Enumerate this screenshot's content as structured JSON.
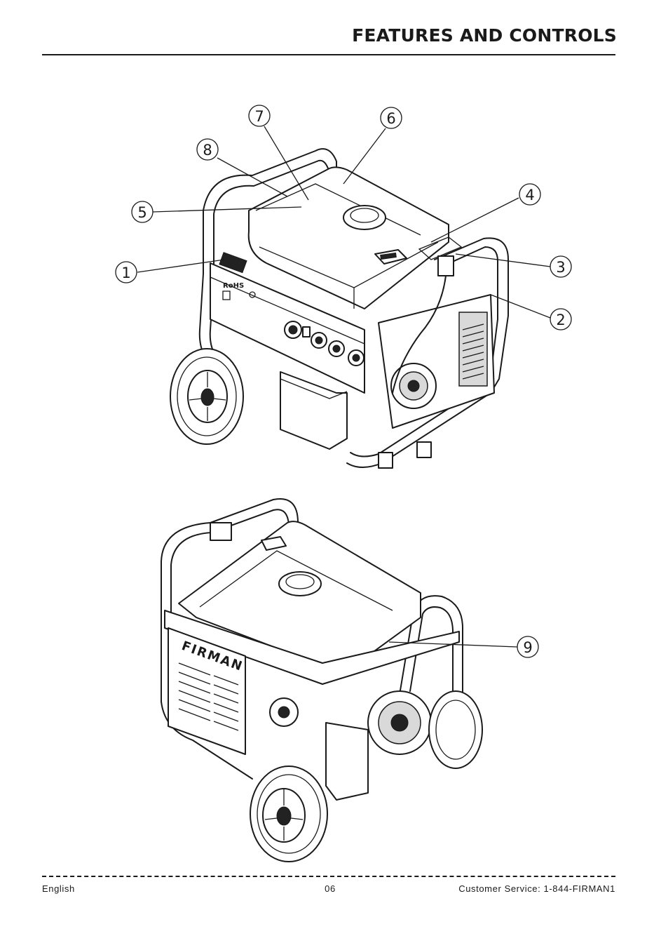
{
  "header": {
    "title": "FEATURES AND CONTROLS"
  },
  "footer": {
    "language": "English",
    "page_number": "06",
    "customer_service": "Customer Service: 1-844-FIRMAN1"
  },
  "callouts": {
    "c1": "1",
    "c2": "2",
    "c3": "3",
    "c4": "4",
    "c5": "5",
    "c6": "6",
    "c7": "7",
    "c8": "8",
    "c9": "9"
  },
  "colors": {
    "ink": "#1a1a1a",
    "paper": "#ffffff"
  }
}
